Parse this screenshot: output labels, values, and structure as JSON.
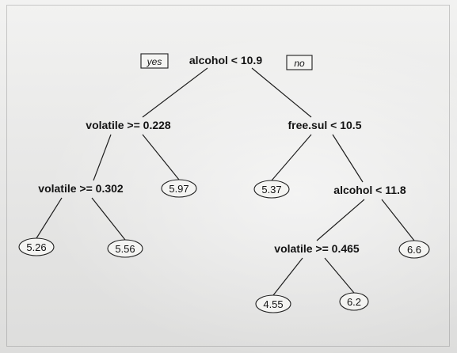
{
  "tree": {
    "branch_tags": {
      "left": "yes",
      "right": "no"
    },
    "nodes": {
      "root": {
        "label": "alcohol < 10.9",
        "type": "split",
        "children": [
          "n_vol_228",
          "n_freesul"
        ]
      },
      "n_vol_228": {
        "label": "volatile >= 0.228",
        "type": "split",
        "children": [
          "n_vol_302",
          "leaf_597"
        ]
      },
      "n_freesul": {
        "label": "free.sul < 10.5",
        "type": "split",
        "children": [
          "leaf_537",
          "n_alc_118"
        ]
      },
      "n_vol_302": {
        "label": "volatile >= 0.302",
        "type": "split",
        "children": [
          "leaf_526",
          "leaf_556"
        ]
      },
      "n_alc_118": {
        "label": "alcohol < 11.8",
        "type": "split",
        "children": [
          "n_vol_465",
          "leaf_66"
        ]
      },
      "n_vol_465": {
        "label": "volatile >= 0.465",
        "type": "split",
        "children": [
          "leaf_455",
          "leaf_62"
        ]
      },
      "leaf_597": {
        "label": "5.97",
        "type": "leaf"
      },
      "leaf_537": {
        "label": "5.37",
        "type": "leaf"
      },
      "leaf_526": {
        "label": "5.26",
        "type": "leaf"
      },
      "leaf_556": {
        "label": "5.56",
        "type": "leaf"
      },
      "leaf_66": {
        "label": "6.6",
        "type": "leaf"
      },
      "leaf_455": {
        "label": "4.55",
        "type": "leaf"
      },
      "leaf_62": {
        "label": "6.2",
        "type": "leaf"
      }
    }
  }
}
